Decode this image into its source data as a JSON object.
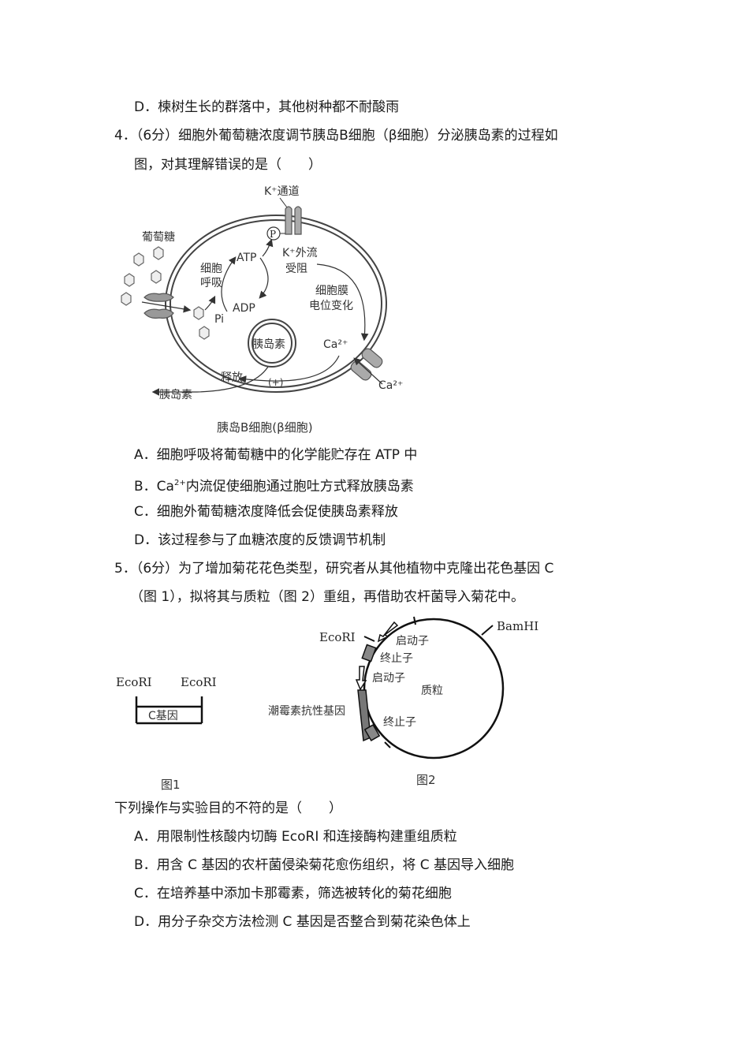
{
  "prev_question": {
    "option_d": "D．楝树生长的群落中，其他树种都不耐酸雨"
  },
  "q4": {
    "stem_line1": "4．（6分）细胞外葡萄糖浓度调节胰岛B细胞（β细胞）分泌胰岛素的过程如",
    "stem_line2": "图，对其理解错误的是（　　）",
    "figure": {
      "glucose": "葡萄糖",
      "k_channel": "K⁺通道",
      "p": "P",
      "atp": "ATP",
      "adp": "ADP",
      "pi": "Pi",
      "respiration_1": "细胞",
      "respiration_2": "呼吸",
      "k_efflux_1": "K⁺外流",
      "k_efflux_2": "受阻",
      "membrane_1": "细胞膜",
      "membrane_2": "电位变化",
      "insulin_vesicle": "胰岛素",
      "ca_inside": "Ca²⁺",
      "ca_outside": "Ca²⁺",
      "release": "释放",
      "plus": "(+)",
      "insulin_out": "胰岛素",
      "caption": "胰岛B细胞(β细胞)"
    },
    "options": {
      "a": "A．细胞呼吸将葡萄糖中的化学能贮存在 ATP 中",
      "b_prefix": "B．Ca",
      "b_sup": "2+",
      "b_suffix": "内流促使细胞通过胞吐方式释放胰岛素",
      "c": "C．细胞外葡萄糖浓度降低会促使胰岛素释放",
      "d": "D．该过程参与了血糖浓度的反馈调节机制"
    }
  },
  "q5": {
    "stem_line1": "5．（6分）为了增加菊花花色类型，研究者从其他植物中克隆出花色基因 C",
    "stem_line2": "（图 1），拟将其与质粒（图 2）重组，再借助农杆菌导入菊花中。",
    "figure1": {
      "ecori_left": "EcoRⅠ",
      "ecori_right": "EcoRⅠ",
      "gene": "C基因",
      "caption": "图1"
    },
    "figure2": {
      "ecori": "EcoRⅠ",
      "bamhi": "BamHⅠ",
      "promoter1": "启动子",
      "terminator1": "终止子",
      "promoter2": "启动子",
      "plasmid": "质粒",
      "hygromycin": "潮霉素抗性基因",
      "terminator2": "终止子",
      "caption": "图2"
    },
    "question": "下列操作与实验目的不符的是（　　）",
    "options": {
      "a": "A．用限制性核酸内切酶 EcoRI 和连接酶构建重组质粒",
      "b": "B．用含 C 基因的农杆菌侵染菊花愈伤组织，将 C 基因导入细胞",
      "c": "C．在培养基中添加卡那霉素，筛选被转化的菊花细胞",
      "d": "D．用分子杂交方法检测 C 基因是否整合到菊花染色体上"
    }
  }
}
